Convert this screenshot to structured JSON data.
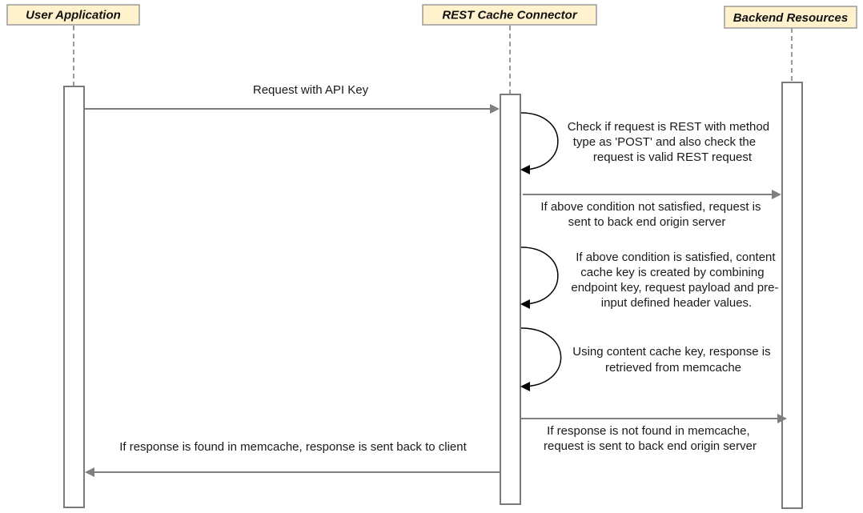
{
  "colors": {
    "participant_fill": "#fff2cc",
    "participant_stroke": "#9a9a9a",
    "lifeline": "#9a9a9a",
    "activation_stroke": "#7a7a7a",
    "message_line": "#7f7f7f",
    "self_loop": "#000000",
    "text": "#1a1a1a"
  },
  "participants": [
    {
      "label": "User Application"
    },
    {
      "label": "REST Cache Connector"
    },
    {
      "label": "Backend Resources"
    }
  ],
  "messages": [
    {
      "kind": "call",
      "from": 0,
      "to": 1,
      "lines": [
        "Request with API Key"
      ]
    },
    {
      "kind": "self",
      "on": 1,
      "lines": [
        "Check if request is REST with method",
        "type as 'POST' and also check the",
        "request is valid REST request"
      ]
    },
    {
      "kind": "call",
      "from": 1,
      "to": 2,
      "lines": [
        "If above condition not satisfied, request is",
        "sent to back end origin server"
      ]
    },
    {
      "kind": "self",
      "on": 1,
      "lines": [
        "If above condition is satisfied, content",
        "cache key is created by combining",
        "endpoint key, request payload and pre-",
        "input defined header values."
      ]
    },
    {
      "kind": "self",
      "on": 1,
      "lines": [
        "Using content cache key, response is",
        "retrieved from memcache"
      ]
    },
    {
      "kind": "call",
      "from": 1,
      "to": 2,
      "lines": [
        "If response is not found in memcache,",
        "request is sent to back end origin server"
      ]
    },
    {
      "kind": "return",
      "from": 1,
      "to": 0,
      "lines": [
        "If response is found in memcache, response is sent back to client"
      ]
    }
  ]
}
